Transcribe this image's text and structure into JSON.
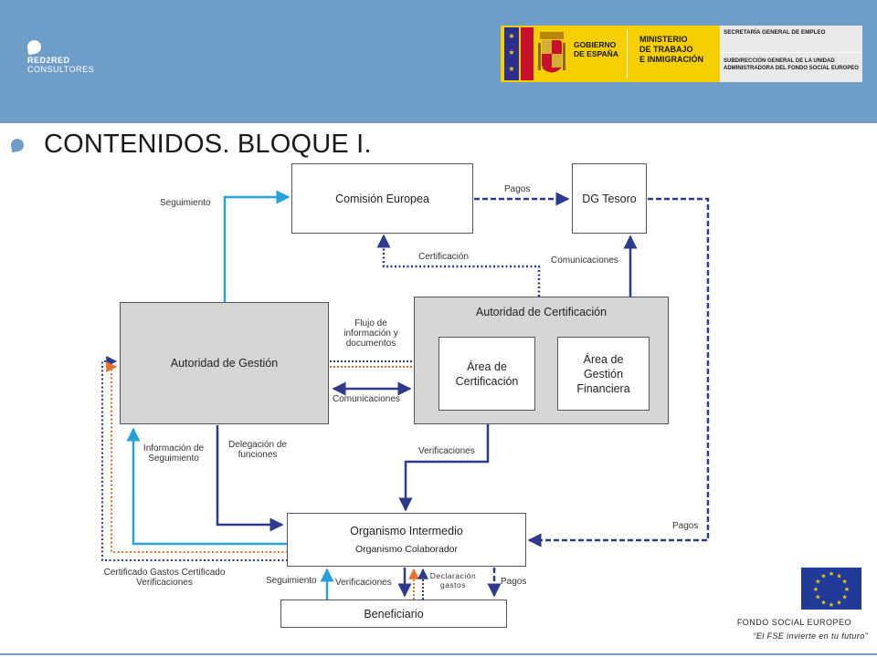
{
  "header": {
    "logo_line1": "RED2RED",
    "logo_line2": "CONSULTORES",
    "gov_line1": "GOBIERNO",
    "gov_line2": "DE ESPAÑA",
    "ministry_line1": "MINISTERIO",
    "ministry_line2": "DE TRABAJO",
    "ministry_line3": "E INMIGRACIÓN",
    "secretaria": "SECRETARÍA GENERAL DE EMPLEO",
    "subdireccion": "SUBDIRECCIÓN GENERAL DE LA UNIDAD ADMINISTRADORA DEL FONDO SOCIAL EUROPEO"
  },
  "title": "CONTENIDOS. BLOQUE I.",
  "boxes": {
    "comision": "Comisión Europea",
    "tesoro": "DG Tesoro",
    "gestion": "Autoridad de Gestión",
    "certificacion": "Autoridad de Certificación",
    "area_cert": "Área de Certificación",
    "area_gest": "Área de Gestión Financiera",
    "organismo": "Organismo Intermedio",
    "colaborador": "Organismo Colaborador",
    "beneficiario": "Beneficiario"
  },
  "labels": {
    "pagos_top": "Pagos",
    "seguimiento_top": "Seguimiento",
    "certificacion": "Certificación",
    "comunicaciones_top": "Comunicaciones",
    "flujo": "Flujo de información y documentos",
    "comunicaciones_mid": "Comunicaciones",
    "verificaciones_mid": "Verificaciones",
    "info_seg": "Información de Seguimiento",
    "delegacion": "Delegación de funciones",
    "pagos_right": "Pagos",
    "certificados": "Certificado Gastos Certificado Verificaciones",
    "seguimiento_bottom": "Seguimiento",
    "verificaciones_bottom": "Verificaciones",
    "declaracion": "Declaración gastos",
    "pagos_bottom": "Pagos"
  },
  "footer": {
    "fse": "FONDO SOCIAL EUROPEO",
    "motto": "“El FSE invierte en tu futuro”"
  },
  "colors": {
    "header": "#6e9ec8",
    "navy": "#2e3a8c",
    "light_blue": "#27a2d9",
    "orange": "#e8702a",
    "box_gray": "#d6d6d6"
  },
  "icons": [
    "spain-coat-of-arms-icon",
    "eu-flag-icon",
    "drop-bullet-icon"
  ]
}
